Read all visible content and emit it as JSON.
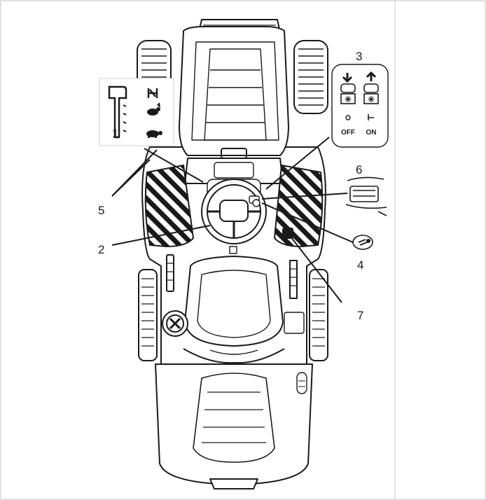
{
  "callouts": {
    "c1": "1",
    "c2": "2",
    "c3": "3",
    "c4": "4",
    "c5": "5",
    "c6": "6",
    "c7": "7"
  },
  "light_panel": {
    "off_label": "OFF",
    "on_label": "ON"
  },
  "icons": {
    "throttle_lever": "throttle-lever-icon",
    "choke": "choke-icon",
    "fast": "rabbit-icon",
    "slow": "turtle-icon",
    "lights_down": "headlight-down-icon",
    "lights_up": "headlight-up-icon",
    "ignition": "ignition-key-icon"
  },
  "colors": {
    "line": "#1a1a1a",
    "background": "#ffffff",
    "border": "#d0d0d0"
  }
}
